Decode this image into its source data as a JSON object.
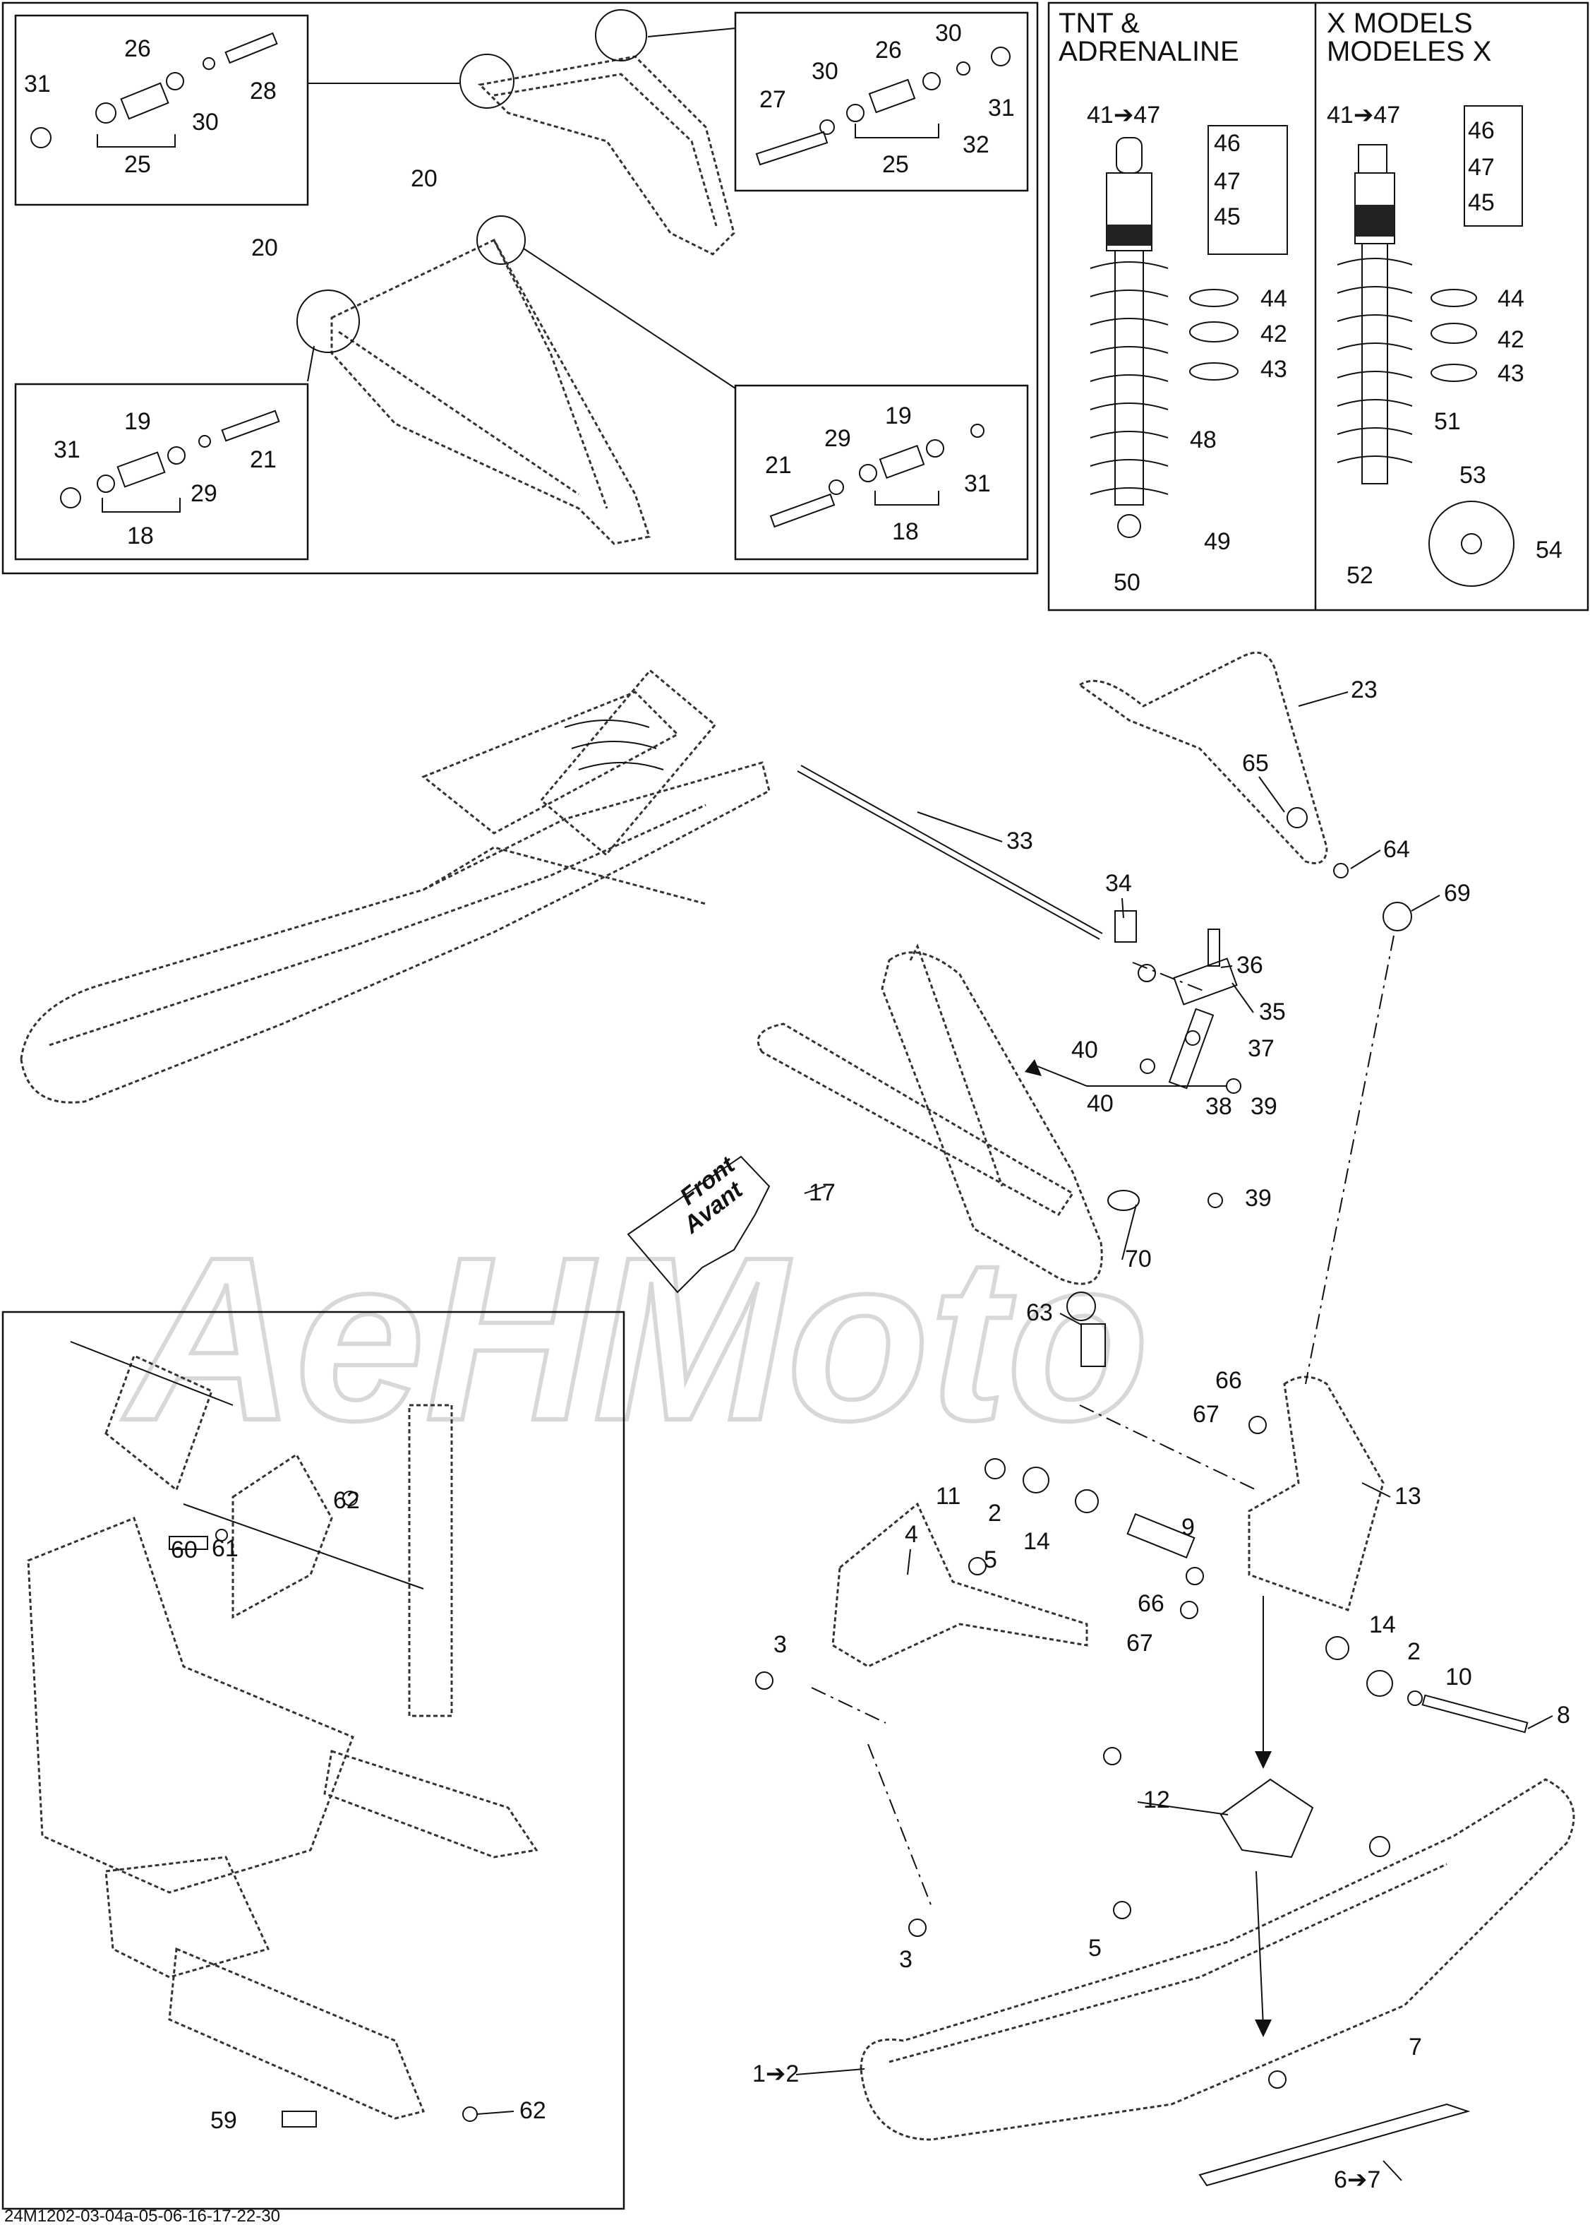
{
  "headers": {
    "tnt_line1": "TNT &",
    "tnt_line2": "ADRENALINE",
    "x_line1": "X MODELS",
    "x_line2": "MODELES X"
  },
  "front_sign": {
    "line1": "Front",
    "line2": "Avant"
  },
  "watermark": "AeHMoto",
  "reference": "24M1202-03-04a-05-06-16-17-22-30",
  "callouts": {
    "c31a": "31",
    "c26a": "26",
    "c28a": "28",
    "c30a": "30",
    "c25a": "25",
    "c30b": "30",
    "c26b": "26",
    "c30c": "30",
    "c27": "27",
    "c31b": "31",
    "c32": "32",
    "c25b": "25",
    "c20a": "20",
    "c20b": "20",
    "c31c": "31",
    "c19a": "19",
    "c21a": "21",
    "c29a": "29",
    "c18a": "18",
    "c21b": "21",
    "c29b": "29",
    "c19b": "19",
    "c31d": "31",
    "c18b": "18",
    "c41_47a": "41➔47",
    "c46a": "46",
    "c47a": "47",
    "c45a": "45",
    "c44a": "44",
    "c42a": "42",
    "c43a": "43",
    "c48": "48",
    "c49": "49",
    "c50": "50",
    "c41_47b": "41➔47",
    "c46b": "46",
    "c47b": "47",
    "c45b": "45",
    "c44b": "44",
    "c42b": "42",
    "c43b": "43",
    "c51": "51",
    "c53": "53",
    "c54": "54",
    "c52": "52",
    "c23": "23",
    "c65": "65",
    "c64": "64",
    "c69": "69",
    "c33": "33",
    "c34": "34",
    "c36": "36",
    "c35": "35",
    "c40a": "40",
    "c37": "37",
    "c40b": "40",
    "c38": "38",
    "c39a": "39",
    "c39b": "39",
    "c17": "17",
    "c70": "70",
    "c63": "63",
    "c66a": "66",
    "c67a": "67",
    "c11": "11",
    "c2a": "2",
    "c14a": "14",
    "c9": "9",
    "c13": "13",
    "c66b": "66",
    "c67b": "67",
    "c14b": "14",
    "c2b": "2",
    "c10": "10",
    "c8": "8",
    "c4": "4",
    "c5a": "5",
    "c3a": "3",
    "c12": "12",
    "c3b": "3",
    "c5b": "5",
    "c62a": "62",
    "c60": "60",
    "c61": "61",
    "c59": "59",
    "c62b": "62",
    "c1_2": "1➔2",
    "c7": "7",
    "c6_7": "6➔7"
  }
}
